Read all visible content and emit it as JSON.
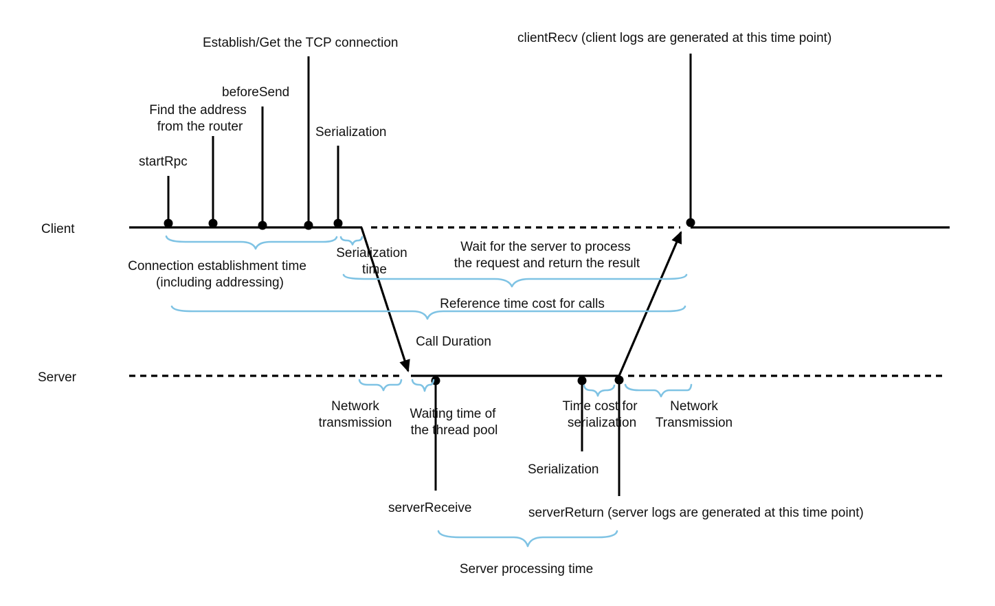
{
  "lanes": {
    "client": "Client",
    "server": "Server"
  },
  "client_events": {
    "start_rpc": "startRpc",
    "find_address": [
      "Find the address",
      "from the router"
    ],
    "before_send": "beforeSend",
    "establish_tcp": "Establish/Get the TCP connection",
    "serialization": "Serialization",
    "client_recv": "clientRecv (client logs are generated at this time point)"
  },
  "server_events": {
    "server_receive": "serverReceive",
    "serialization": "Serialization",
    "server_return": "serverReturn (server logs are generated at this time point)"
  },
  "spans": {
    "connection_time": [
      "Connection establishment time",
      "(including addressing)"
    ],
    "serialization_time": [
      "Serialization",
      "time"
    ],
    "wait_server": [
      "Wait for the server to process",
      "the request and return the result"
    ],
    "reference_cost": "Reference time cost for calls",
    "call_duration": "Call Duration",
    "network_transmission_in": [
      "Network",
      "transmission"
    ],
    "thread_pool_wait": [
      "Waiting time of",
      "the thread pool"
    ],
    "serialization_cost": [
      "Time cost for",
      "serialization"
    ],
    "network_transmission_out": [
      "Network",
      "Transmission"
    ],
    "server_processing": "Server processing time"
  },
  "colors": {
    "line": "#000000",
    "brace": "#7fc3e4",
    "text": "#111111"
  }
}
